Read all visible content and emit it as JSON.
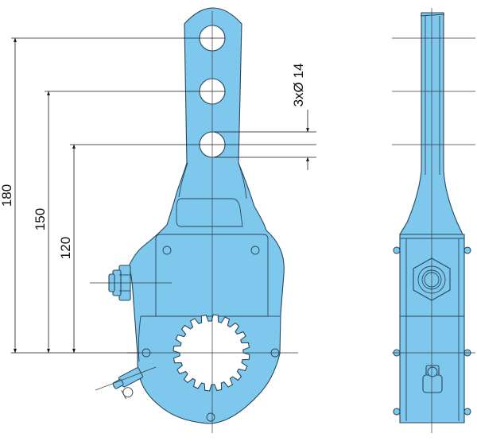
{
  "colors": {
    "part_fill": "#7ec8ee",
    "outline": "#2a4658",
    "dimension_line": "#1a1a1a",
    "background": "#ffffff"
  },
  "dimensions": {
    "total_height": "180",
    "mid_height": "150",
    "low_height": "120",
    "hole_spec": "3xØ 14"
  }
}
